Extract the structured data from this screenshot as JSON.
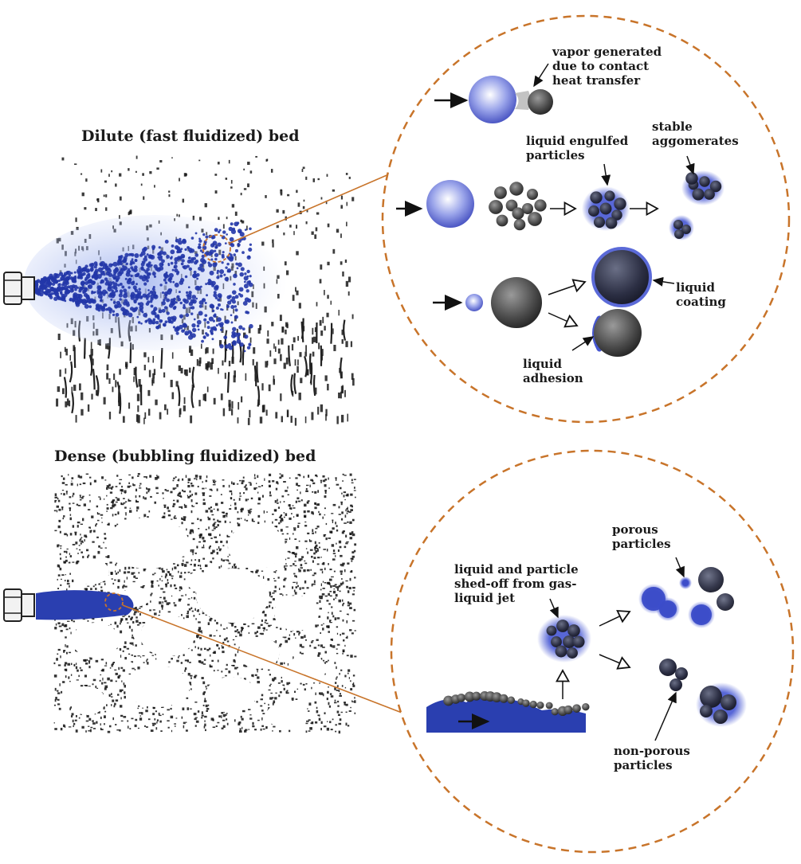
{
  "panels": {
    "dilute": {
      "title": "Dilute (fast fluidized) bed",
      "labels": {
        "vapor": "vapor generated\ndue to contact\nheat transfer",
        "engulfed": "liquid engulfed\nparticles",
        "agglomerates": "stable\naggomerates",
        "coating": "liquid\ncoating",
        "adhesion": "liquid\nadhesion"
      }
    },
    "dense": {
      "title": "Dense (bubbling fluidized) bed",
      "labels": {
        "shedoff": "liquid and particle\nshed-off from gas-\nliquid jet",
        "porous": "porous\nparticles",
        "nonporous": "non-porous\nparticles"
      }
    }
  },
  "colors": {
    "liquid_blue": "#2a3fb0",
    "callout_orange": "#c8742a",
    "particle_gray": "#5a5a5a"
  }
}
